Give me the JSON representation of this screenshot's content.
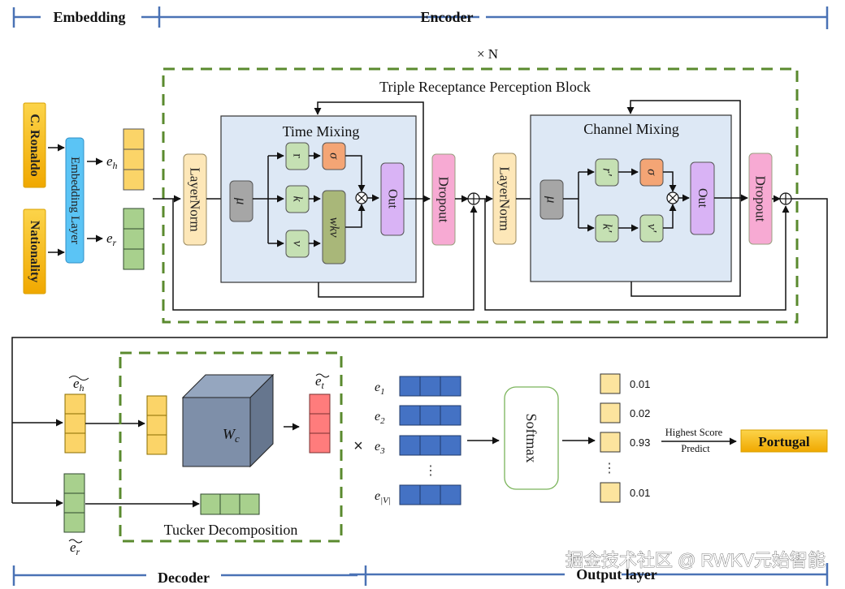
{
  "sections": {
    "embedding": "Embedding",
    "encoder": "Encoder",
    "decoder": "Decoder",
    "output_layer": "Output layer"
  },
  "repeat_label": "× N",
  "inputs": {
    "head_entity": "C. Ronaldo",
    "relation": "Nationality",
    "embedding_layer": "Embedding Layer",
    "head_vec": "e",
    "head_sub": "h",
    "rel_vec": "e",
    "rel_sub": "r"
  },
  "trpb": {
    "title": "Triple Receptance Perception Block",
    "time_mixing": {
      "title": "Time Mixing",
      "layernorm": "LayerNorm",
      "mu": "μ",
      "r": "r",
      "k": "k",
      "v": "v",
      "sigma": "σ",
      "wkv": "wkv",
      "out": "Out",
      "dropout": "Dropout"
    },
    "channel_mixing": {
      "title": "Channel Mixing",
      "layernorm": "LayerNorm",
      "mu": "μ",
      "r": "r′",
      "k": "k′",
      "v": "v′",
      "sigma": "σ",
      "out": "Out",
      "dropout": "Dropout"
    }
  },
  "decoder": {
    "eh_label": "e",
    "eh_sub": "h",
    "er_label": "e",
    "er_sub": "r",
    "et_label": "e",
    "et_sub": "t",
    "core_tensor": "W",
    "core_sub": "c",
    "tucker_title": "Tucker Decomposition",
    "times": "×"
  },
  "output": {
    "entities": [
      {
        "label": "e",
        "sub": "1"
      },
      {
        "label": "e",
        "sub": "2"
      },
      {
        "label": "e",
        "sub": "3"
      },
      {
        "label": "e",
        "sub": "|V|"
      }
    ],
    "vdots": "⋮",
    "softmax": "Softmax",
    "scores": [
      "0.01",
      "0.02",
      "0.93",
      "0.01"
    ],
    "arrow_top": "Highest Score",
    "arrow_bottom": "Predict",
    "prediction": "Portugal"
  },
  "watermark": "掘金技术社区 @ RWKV元始智能",
  "colors": {
    "yellow_cell": "#fbd468",
    "green_cell": "#a8d08d",
    "red_cell": "#ff7c7c",
    "blue_cell": "#4472c4",
    "score_cell": "#fce49e",
    "gold_box": "#f5b800",
    "embed_layer": "#5bc4f5",
    "layernorm": "#fde7b8",
    "mixing_bg": "#dde8f5",
    "mu_box": "#a6a6a6",
    "rkv_box": "#c5e0b3",
    "sigma_box": "#f4a575",
    "wkv_box": "#a9b779",
    "out_box": "#d9b3f5",
    "dropout_box": "#f7aad3",
    "dash_green": "#5a8a2e",
    "blue_rule": "#4a72b5"
  }
}
